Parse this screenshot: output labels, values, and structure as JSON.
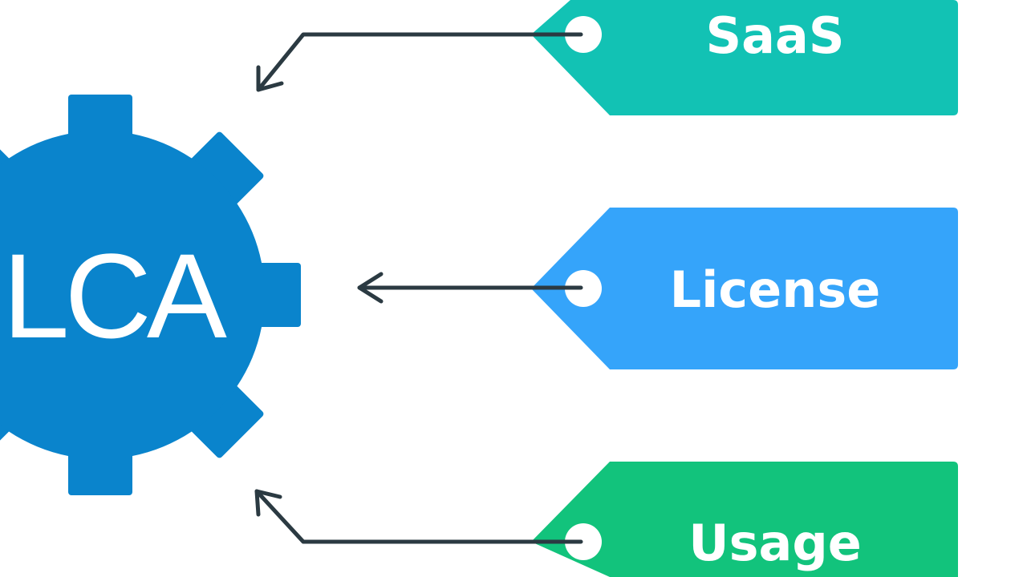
{
  "gear": {
    "label": "LCA",
    "color": "#0A84CC"
  },
  "tags": [
    {
      "label": "SaaS",
      "color": "#12C2B4"
    },
    {
      "label": "License",
      "color": "#35A4FA"
    },
    {
      "label": "Usage",
      "color": "#12C37C"
    }
  ],
  "arrow_color": "#2B3A42"
}
